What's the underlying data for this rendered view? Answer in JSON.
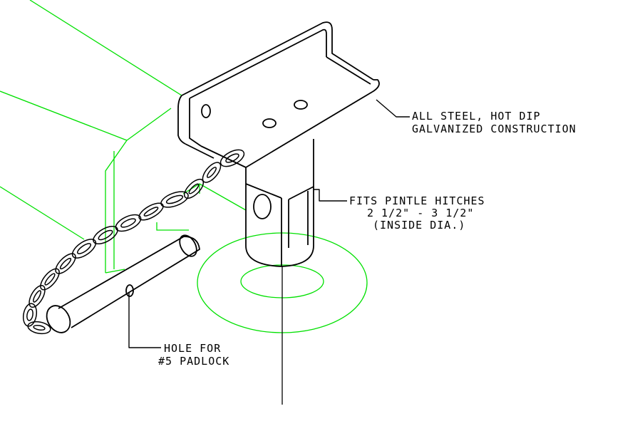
{
  "colors": {
    "background": "#ffffff",
    "linework": "#000000",
    "trailer_linework": "#00e000"
  },
  "annotations": {
    "construction": [
      "ALL STEEL, HOT DIP",
      "GALVANIZED CONSTRUCTION"
    ],
    "pintle": [
      "FITS PINTLE HITCHES",
      "2 1/2\" - 3 1/2\"",
      "(INSIDE DIA.)"
    ],
    "padlock": [
      "HOLE FOR",
      "#5 PADLOCK"
    ]
  }
}
